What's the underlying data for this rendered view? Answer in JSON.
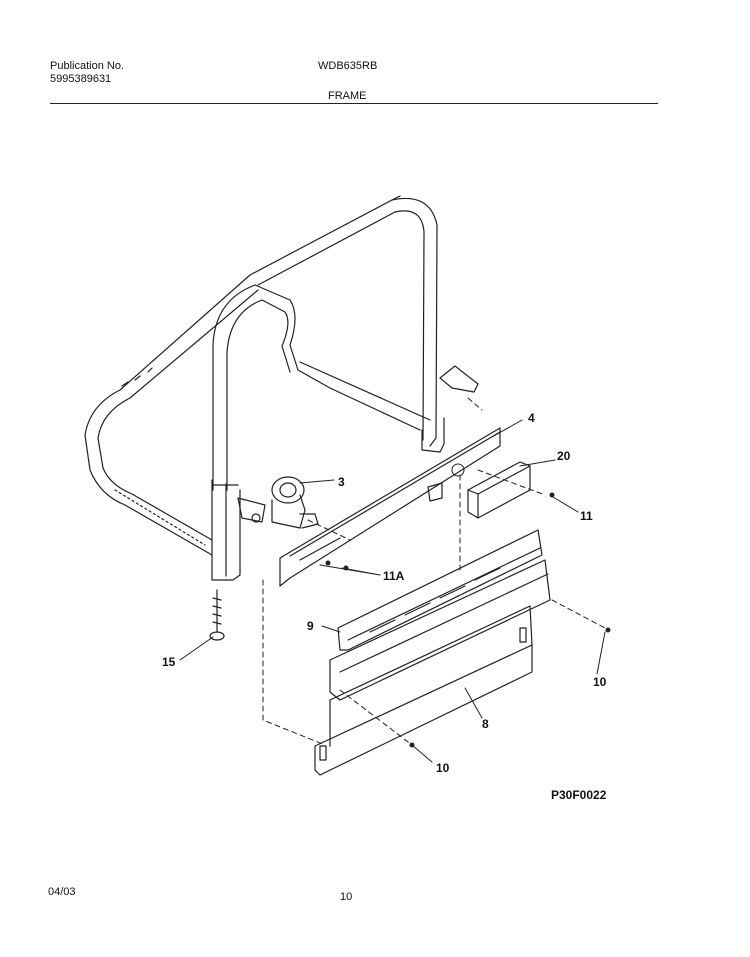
{
  "header": {
    "publication_label": "Publication No.",
    "publication_number": "5995389631",
    "model": "WDB635RB",
    "section": "FRAME"
  },
  "diagram": {
    "code": "P30F0022",
    "callouts": [
      "3",
      "4",
      "20",
      "11",
      "11A",
      "9",
      "15",
      "10",
      "8",
      "10"
    ]
  },
  "footer": {
    "date": "04/03",
    "page": "10"
  }
}
